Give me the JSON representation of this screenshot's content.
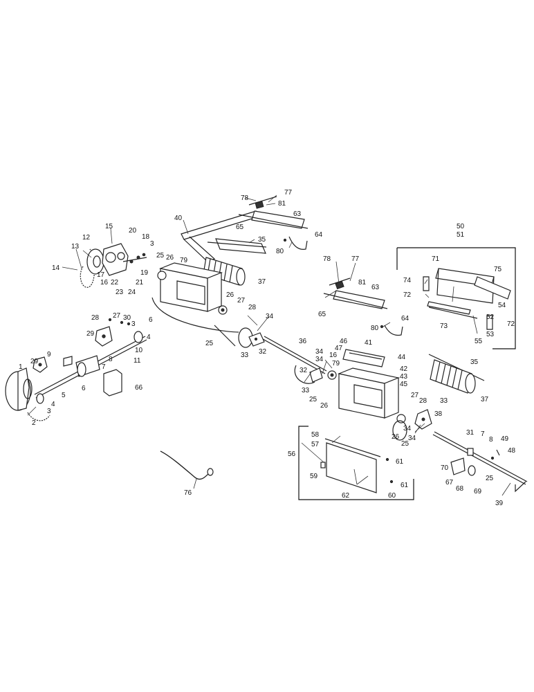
{
  "diagram": {
    "labels": [
      "1",
      "2",
      "3",
      "4",
      "5",
      "6",
      "7",
      "8",
      "9",
      "10",
      "11",
      "12",
      "13",
      "14",
      "15",
      "16",
      "17",
      "18",
      "19",
      "20",
      "21",
      "22",
      "23",
      "24",
      "25",
      "26",
      "27",
      "28",
      "29",
      "30",
      "31",
      "32",
      "33",
      "34",
      "35",
      "36",
      "37",
      "38",
      "39",
      "40",
      "41",
      "42",
      "43",
      "44",
      "45",
      "46",
      "47",
      "48",
      "49",
      "50",
      "51",
      "52",
      "53",
      "54",
      "55",
      "56",
      "57",
      "58",
      "59",
      "60",
      "61",
      "62",
      "63",
      "64",
      "65",
      "66",
      "67",
      "68",
      "69",
      "70",
      "71",
      "72",
      "73",
      "74",
      "75",
      "76",
      "77",
      "78",
      "79",
      "80",
      "81"
    ]
  }
}
